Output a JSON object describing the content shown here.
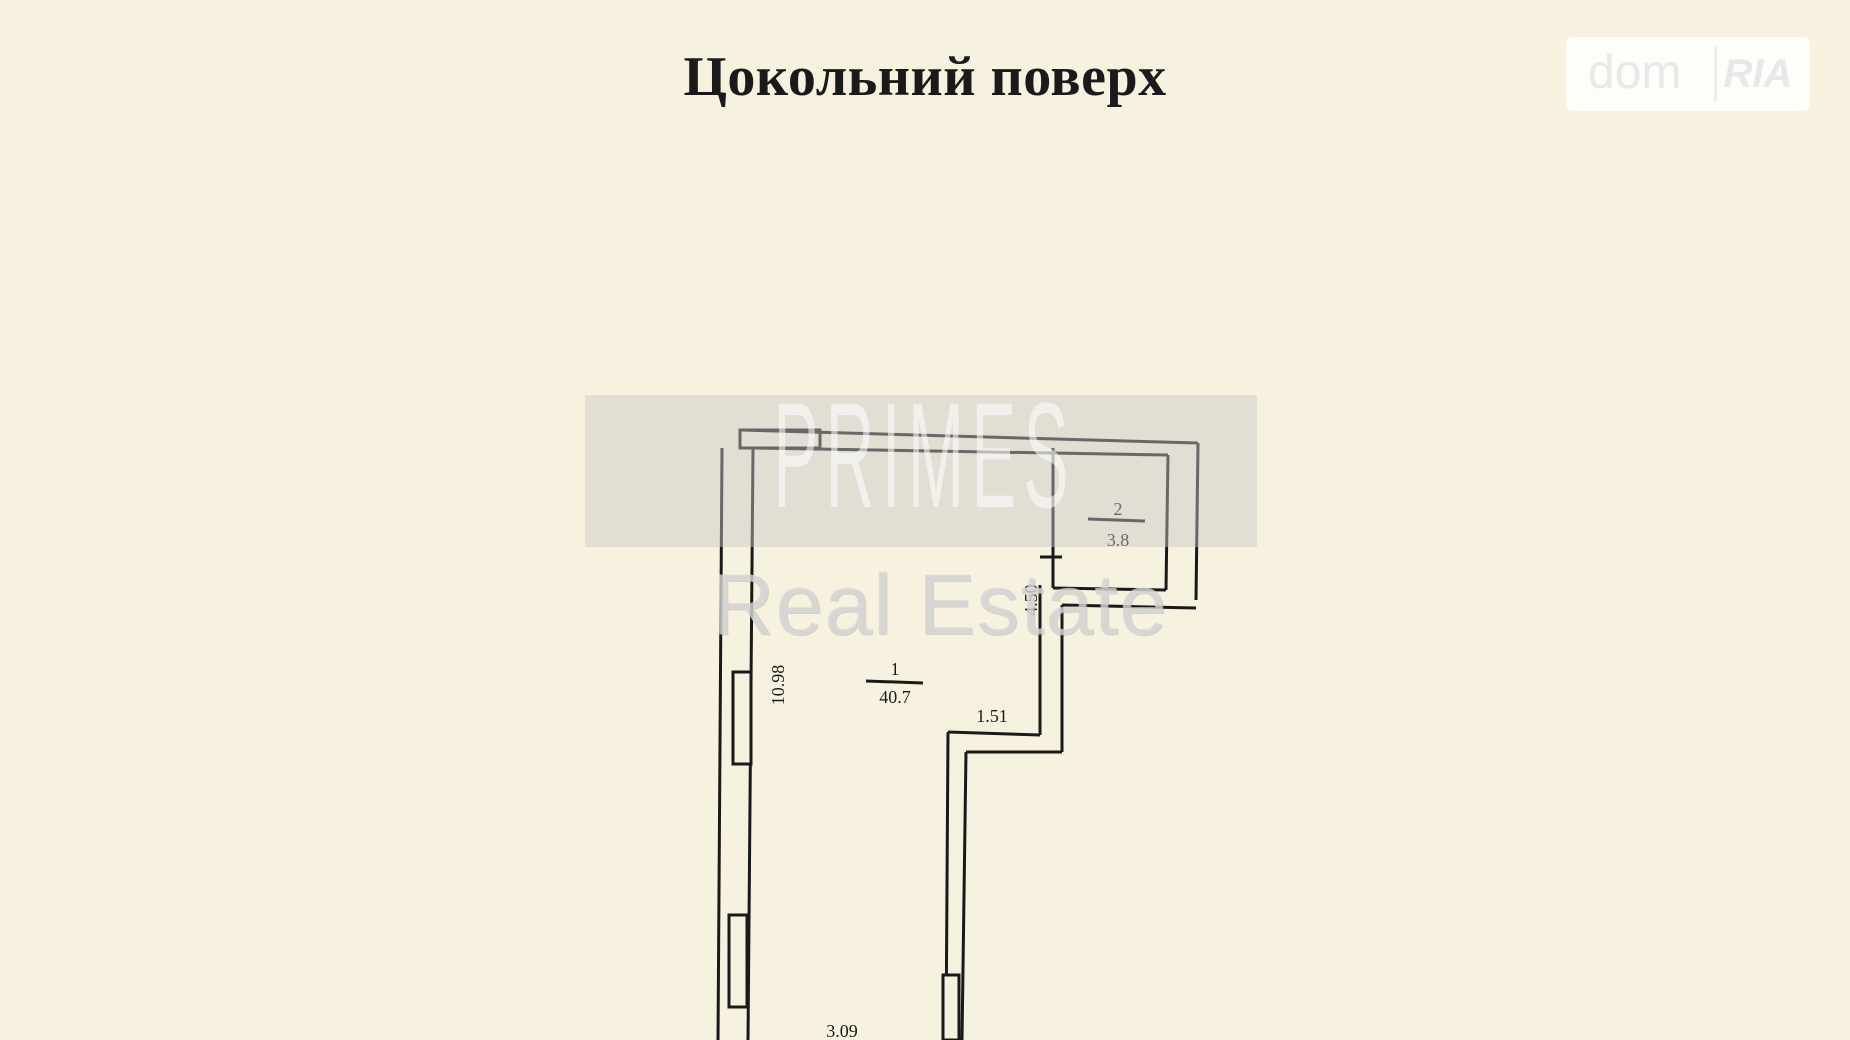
{
  "title": "Цокольний поверх",
  "logo": {
    "dom": "dom",
    "ria": "RIA"
  },
  "watermark": {
    "letters": [
      "P",
      "R",
      "I",
      "M",
      "E",
      "S"
    ],
    "subtitle": "Real Estate"
  },
  "rooms": [
    {
      "number": "1",
      "area": "40.7"
    },
    {
      "number": "2",
      "area": "3.8"
    }
  ],
  "dimensions": {
    "left_wall": "10.98",
    "step": "1.51",
    "right_wall": "4.50",
    "bottom": "3.09"
  },
  "colors": {
    "paper": "#f7f1df",
    "ink": "#1a1a1a"
  }
}
